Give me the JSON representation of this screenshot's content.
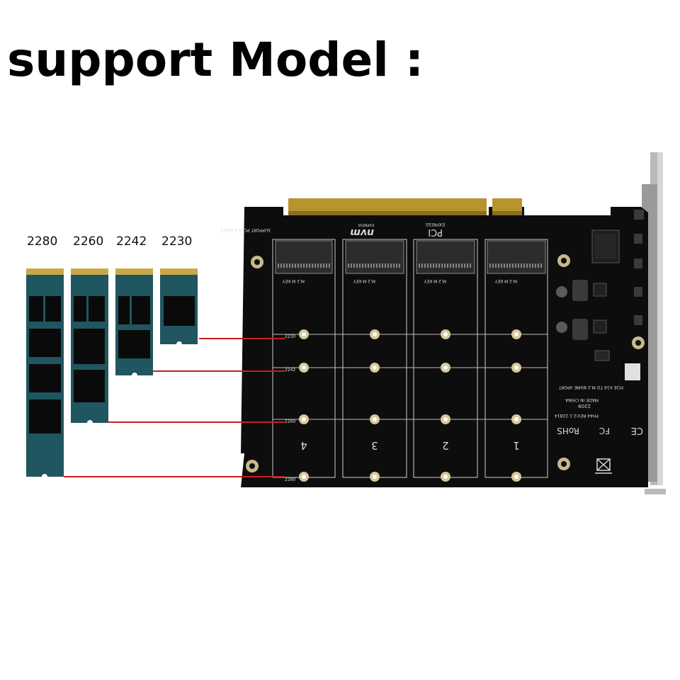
{
  "headline": "support Model :",
  "ssd_sizes": [
    {
      "label": "2280",
      "fraction": 1.0
    },
    {
      "label": "2260",
      "fraction": 0.75
    },
    {
      "label": "2242",
      "fraction": 0.525
    },
    {
      "label": "2230",
      "fraction": 0.375
    }
  ],
  "board": {
    "slot_numbers": [
      "4",
      "3",
      "2",
      "1"
    ],
    "key_label": "M.2 M KEY",
    "mount_labels": [
      "2230",
      "2242",
      "2260",
      "2280"
    ],
    "support_text": "SUPPORT PCI-E 4.0&3.0",
    "logo_nvme": "nvm",
    "logo_nvme_small": "EXPRESS",
    "logo_pcie": "PCI",
    "logo_pcie_small": "EXPRESS",
    "model_text": "PCIE X16 TO M.2 NVME 4PORT",
    "made_in": "MADE IN CHINA",
    "revision": "PH44  REV:2.1  22B14",
    "date_code": "2209",
    "cert_rohs": "RoHS",
    "cert_fc": "FC",
    "cert_ce": "CE"
  },
  "colors": {
    "pcb": "#0d0d0d",
    "ssd": "#1f5660",
    "gold": "#c9a84a",
    "line": "#c81e1e"
  }
}
